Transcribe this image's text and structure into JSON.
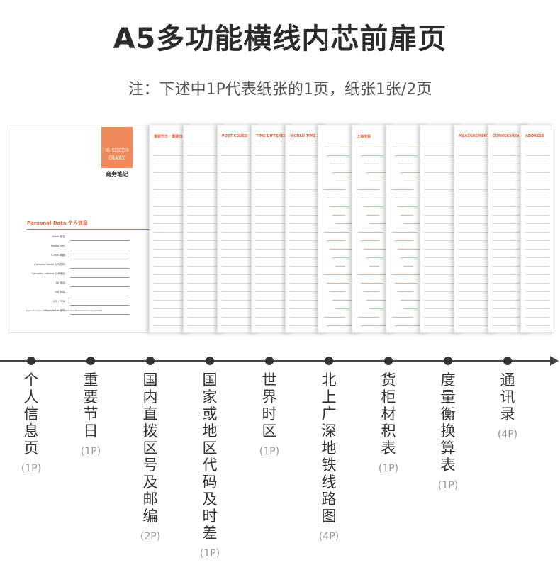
{
  "title": "A5多功能横线内芯前扉页",
  "note": "注：下述中1P代表纸张的1页，纸张1张/2页",
  "preview": {
    "cover": {
      "logo_line1": "BUSINESS",
      "logo_line2": "DIARY",
      "logo_cn": "商务笔记",
      "section_title": "Personal Data  个人信息",
      "fields": [
        "Name 姓名：",
        "Mobile 手机：",
        "E-mail 邮箱：",
        "Company Name 公司名称：",
        "Company Address 公司地址：",
        "Tel 电话：",
        "Fax 传真：",
        "QQ / MSN：",
        "Msnm letter 电邮："
      ],
      "footnote": "If you find this diary, please contact with the above mentioned address."
    },
    "page_heads": [
      "重要节日 · 重要日期",
      "",
      "POST CODES",
      "TIME DIFFERENCE",
      "WORLD TIME ZONE",
      "",
      "上海地铁",
      "",
      "",
      "MEASUREMENT TABLE",
      "CONVERSION TABLES",
      "ADDRESS"
    ],
    "accent_color": "#e8633a"
  },
  "timeline": [
    {
      "label": "个人信息页",
      "count": "(1P)"
    },
    {
      "label": "重要节日",
      "count": "(1P)"
    },
    {
      "label": "国内直拨区号及邮编",
      "count": "(2P)"
    },
    {
      "label": "国家或地区代码及时差",
      "count": "(1P)"
    },
    {
      "label": "世界时区",
      "count": "(1P)"
    },
    {
      "label": "北上广深地铁线路图",
      "count": "(4P)"
    },
    {
      "label": "货柜材积表",
      "count": "(1P)"
    },
    {
      "label": "度量衡换算表",
      "count": "(1P)"
    },
    {
      "label": "通讯录",
      "count": "(4P)"
    }
  ]
}
